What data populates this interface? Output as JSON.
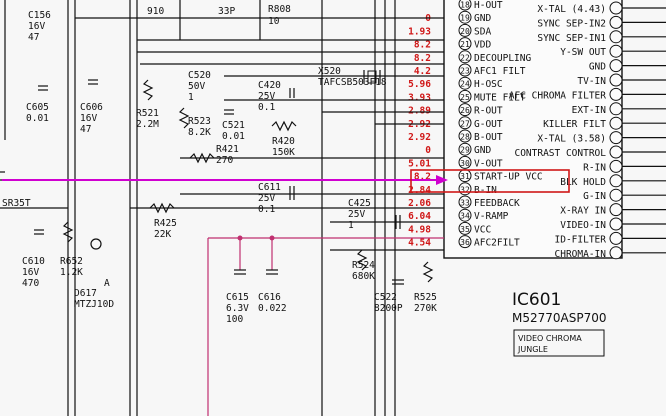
{
  "ic": {
    "ref": "IC601",
    "part": "M52770ASP700",
    "desc1": "VIDEO CHROMA",
    "desc2": "JUNGLE"
  },
  "left_pins": [
    {
      "num": "18",
      "label": "H-OUT",
      "v": ""
    },
    {
      "num": "19",
      "label": "GND",
      "v": "0"
    },
    {
      "num": "20",
      "label": "SDA",
      "v": "1.93"
    },
    {
      "num": "21",
      "label": "VDD",
      "v": "8.2"
    },
    {
      "num": "22",
      "label": "DECOUPLING",
      "v": "8.2"
    },
    {
      "num": "23",
      "label": "AFC1 FILT",
      "v": "4.2"
    },
    {
      "num": "24",
      "label": "H-OSC",
      "v": "5.96"
    },
    {
      "num": "25",
      "label": "MUTE FILT",
      "v": "3.93"
    },
    {
      "num": "26",
      "label": "R-OUT",
      "v": "2.89"
    },
    {
      "num": "27",
      "label": "G-OUT",
      "v": "2.92"
    },
    {
      "num": "28",
      "label": "B-OUT",
      "v": "2.92"
    },
    {
      "num": "29",
      "label": "GND",
      "v": "0"
    },
    {
      "num": "30",
      "label": "V-OUT",
      "v": "5.01"
    },
    {
      "num": "31",
      "label": "START-UP VCC",
      "v": "8.2"
    },
    {
      "num": "32",
      "label": "B-IN",
      "v": "2.84"
    },
    {
      "num": "33",
      "label": "FEEDBACK",
      "v": "2.06"
    },
    {
      "num": "34",
      "label": "V-RAMP",
      "v": "6.04"
    },
    {
      "num": "35",
      "label": "VCC",
      "v": "4.98"
    },
    {
      "num": "36",
      "label": "AFC2FILT",
      "v": "4.54"
    }
  ],
  "right_pins": [
    {
      "num": "",
      "label": "X-TAL (4.43)",
      "v": ""
    },
    {
      "num": "",
      "label": "SYNC SEP-IN2",
      "v": ""
    },
    {
      "num": "",
      "label": "SYNC SEP-IN1",
      "v": ""
    },
    {
      "num": "",
      "label": "Y-SW OUT",
      "v": ""
    },
    {
      "num": "",
      "label": "GND",
      "v": ""
    },
    {
      "num": "",
      "label": "TV-IN",
      "v": ""
    },
    {
      "num": "",
      "label": "AFC CHROMA FILTER",
      "v": ""
    },
    {
      "num": "",
      "label": "EXT-IN",
      "v": ""
    },
    {
      "num": "",
      "label": "KILLER FILT",
      "v": ""
    },
    {
      "num": "",
      "label": "X-TAL (3.58)",
      "v": ""
    },
    {
      "num": "",
      "label": "CONTRAST CONTROL",
      "v": ""
    },
    {
      "num": "",
      "label": "R-IN",
      "v": ""
    },
    {
      "num": "",
      "label": "BLK HOLD",
      "v": ""
    },
    {
      "num": "",
      "label": "G-IN",
      "v": ""
    },
    {
      "num": "",
      "label": "X-RAY IN",
      "v": ""
    },
    {
      "num": "",
      "label": "VIDEO-IN",
      "v": ""
    },
    {
      "num": "",
      "label": "ID-FILTER",
      "v": ""
    },
    {
      "num": "",
      "label": "CHROMA-IN",
      "v": ""
    }
  ],
  "components": [
    {
      "id": "c155",
      "ref": "C156",
      "val1": "16V",
      "val2": "47"
    },
    {
      "id": "c605",
      "ref": "C605",
      "val1": "0.01",
      "val2": ""
    },
    {
      "id": "c606",
      "ref": "C606",
      "val1": "16V",
      "val2": "47"
    },
    {
      "id": "r521",
      "ref": "R521",
      "val1": "2.2M",
      "val2": ""
    },
    {
      "id": "c520",
      "ref": "C520",
      "val1": "50V",
      "val2": "1"
    },
    {
      "id": "r523",
      "ref": "R523",
      "val1": "8.2K",
      "val2": ""
    },
    {
      "id": "c521",
      "ref": "C521",
      "val1": "0.01",
      "val2": ""
    },
    {
      "id": "c420",
      "ref": "C420",
      "val1": "25V",
      "val2": "0.1"
    },
    {
      "id": "r420",
      "ref": "R420",
      "val1": "150K",
      "val2": ""
    },
    {
      "id": "x520",
      "ref": "X520",
      "val1": "TAFCSB503F18",
      "val2": ""
    },
    {
      "id": "r421",
      "ref": "R421",
      "val1": "270",
      "val2": ""
    },
    {
      "id": "c611",
      "ref": "C611",
      "val1": "25V",
      "val2": "0.1"
    },
    {
      "id": "r425",
      "ref": "R425",
      "val1": "22K",
      "val2": ""
    },
    {
      "id": "c425",
      "ref": "C425",
      "val1": "25V",
      "val2": "1"
    },
    {
      "id": "c610",
      "ref": "C610",
      "val1": "16V",
      "val2": "470"
    },
    {
      "id": "r652",
      "ref": "R652",
      "val1": "1.2K",
      "val2": ""
    },
    {
      "id": "d617",
      "ref": "D617",
      "val1": "MTZJ10D",
      "val2": ""
    },
    {
      "id": "c615",
      "ref": "C615",
      "val1": "6.3V",
      "val2": "100"
    },
    {
      "id": "c616",
      "ref": "C616",
      "val1": "0.022",
      "val2": ""
    },
    {
      "id": "r524",
      "ref": "R524",
      "val1": "680K",
      "val2": ""
    },
    {
      "id": "c522",
      "ref": "C522",
      "val1": "8200P",
      "val2": ""
    },
    {
      "id": "r525",
      "ref": "R525",
      "val1": "270K",
      "val2": ""
    }
  ],
  "top_fragments": {
    "f1": "910",
    "f2": "33P",
    "f3": "R808",
    "f4": "10",
    "f5": "SR35T"
  },
  "diode_label": "A"
}
